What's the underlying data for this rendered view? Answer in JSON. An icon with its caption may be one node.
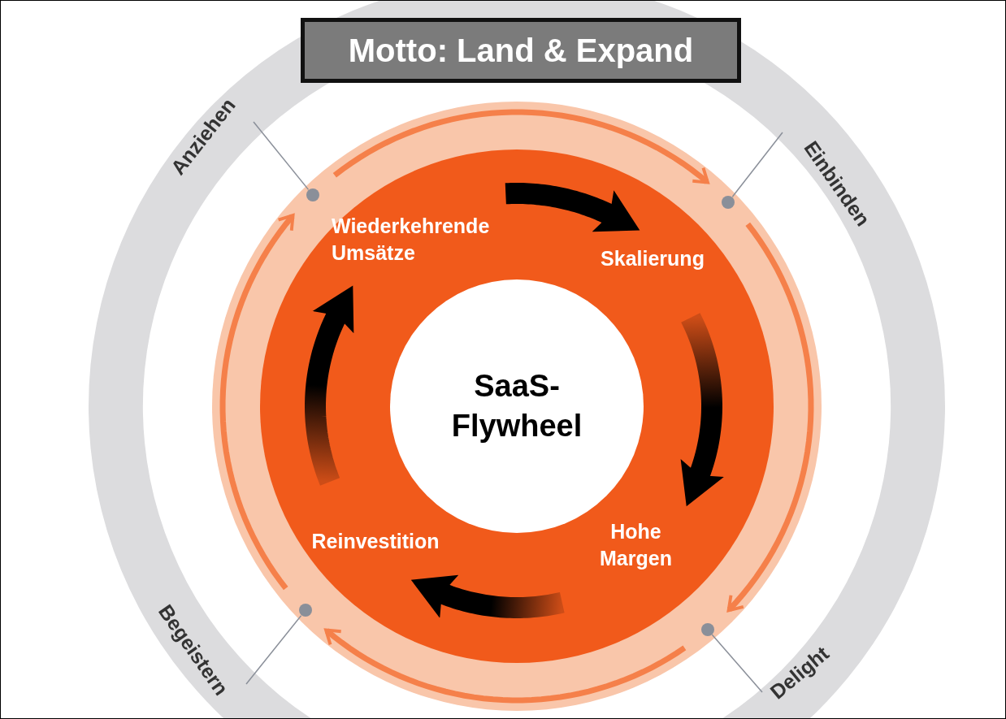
{
  "diagram": {
    "title": "Motto: Land & Expand",
    "nodes": [
      {
        "text": [
          "SaaS- Flywheel"
        ]
      },
      {
        "text": [
          "Wiederkehrende Umsätze"
        ]
      },
      {
        "text": [
          "Skalierung"
        ]
      },
      {
        "text": [
          "Hohe Margen"
        ]
      },
      {
        "text": [
          "Reinvestition"
        ]
      },
      {
        "text": [
          "Anziehen"
        ]
      },
      {
        "text": [
          "Einbinden"
        ]
      },
      {
        "text": [
          "Delight"
        ]
      },
      {
        "text": [
          "Begeistern"
        ]
      },
      {
        "text": [],
        "shape": "circle"
      },
      {
        "text": [],
        "shape": "circle"
      },
      {
        "text": [],
        "shape": "circle"
      },
      {
        "text": [],
        "shape": "circle"
      }
    ],
    "edges": [
      {
        "from": 1,
        "to": 2,
        "arrow": "to",
        "style": "thick",
        "color": "#000000"
      },
      {
        "from": 2,
        "to": 3,
        "arrow": "to",
        "style": "thick",
        "color": "#000000"
      },
      {
        "from": 3,
        "to": 4,
        "arrow": "to",
        "style": "thick",
        "color": "#000000"
      },
      {
        "from": 4,
        "to": 1,
        "arrow": "to",
        "style": "thick",
        "color": "#000000"
      },
      {
        "from": 5,
        "to": 9,
        "arrow": "none",
        "color": "#8a8f99"
      },
      {
        "from": 6,
        "to": 10,
        "arrow": "none",
        "color": "#8a8f99"
      },
      {
        "from": 7,
        "to": 12,
        "arrow": "none",
        "color": "#8a8f99"
      },
      {
        "from": 8,
        "to": 11,
        "arrow": "none",
        "color": "#8a8f99"
      },
      {
        "from": 9,
        "to": 10,
        "arrow": "to",
        "style": "thick",
        "color": "#f5804a"
      },
      {
        "from": 10,
        "to": 12,
        "arrow": "to",
        "style": "thick",
        "color": "#f5804a"
      },
      {
        "from": 12,
        "to": 11,
        "arrow": "to",
        "style": "thick",
        "color": "#f5804a"
      },
      {
        "from": 11,
        "to": 9,
        "arrow": "to",
        "style": "thick",
        "color": "#f5804a"
      }
    ]
  }
}
